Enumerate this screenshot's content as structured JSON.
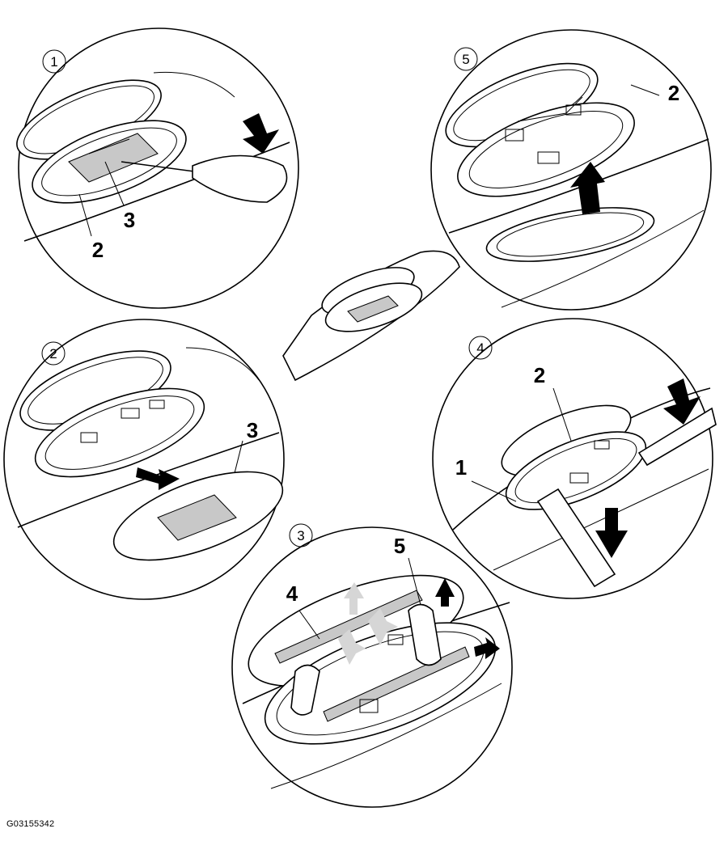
{
  "figure_reference": "G03155342",
  "panels": [
    {
      "step": "1",
      "callouts": [
        "3",
        "2"
      ]
    },
    {
      "step": "5",
      "callouts": [
        "2"
      ]
    },
    {
      "step": "2",
      "callouts": [
        "3"
      ]
    },
    {
      "step": "4",
      "callouts": [
        "2",
        "1"
      ]
    },
    {
      "step": "3",
      "callouts": [
        "4",
        "5"
      ]
    }
  ],
  "colors": {
    "line": "#000000",
    "background": "#ffffff",
    "shaded_part": "#c8c8c8"
  }
}
